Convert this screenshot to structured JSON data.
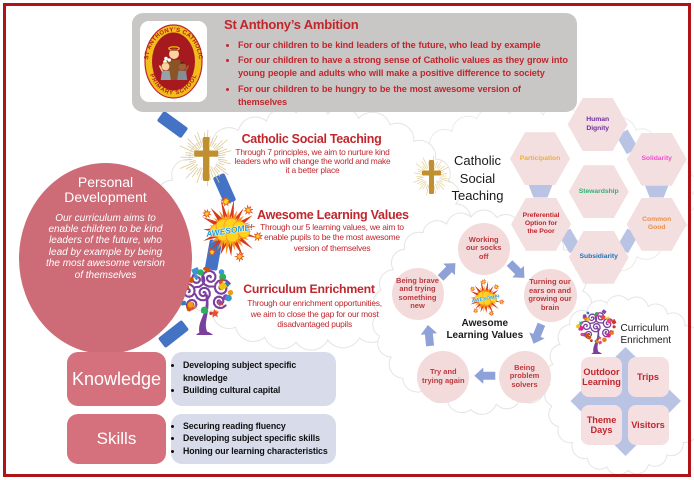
{
  "header": {
    "title": "St Anthony’s Ambition",
    "bullets": [
      "For our children to be kind leaders of the future, who lead by example",
      "For our children to have a strong sense of Catholic values as they grow into young people and adults who will make a positive difference to society",
      "For our children to be hungry to be the most awesome version of themselves"
    ],
    "logo": {
      "arc_top": "ST ANTHONY’S CATHOLIC",
      "arc_bottom": "PRIMARY SCHOOL"
    }
  },
  "personal_development": {
    "title": "Personal Development",
    "body": "Our curriculum aims to enable children to be kind leaders of the future, who lead by example by being the most awesome version of themselves"
  },
  "sections": [
    {
      "title": "Catholic Social Teaching",
      "body": "Through 7 principles, we aim to nurture kind leaders who will change the world and make it a better place"
    },
    {
      "title": "Awesome Learning Values",
      "body": "Through our 5 learning values, we aim to enable pupils to be the most awesome version of themselves"
    },
    {
      "title": "Curriculum Enrichment",
      "body": "Through our enrichment opportunities, we aim to close the gap for our most disadvantaged pupils"
    }
  ],
  "catholic_social_teaching": {
    "label": "Catholic Social Teaching",
    "principles": [
      {
        "label": "Human Dignity",
        "color": "#7030a0"
      },
      {
        "label": "Participation",
        "color": "#efaf3f"
      },
      {
        "label": "Solidarity",
        "color": "#f24fd2"
      },
      {
        "label": "Stewardship",
        "color": "#2eb573"
      },
      {
        "label": "Preferential Option for the Poor",
        "color": "#c0272d"
      },
      {
        "label": "Common Good",
        "color": "#e8914e"
      },
      {
        "label": "Subsidiarity",
        "color": "#1b75bb"
      }
    ]
  },
  "awesome_learning_values": {
    "label": "Awesome Learning Values",
    "badge_text": "AWESOME!",
    "values": [
      "Working our socks off",
      "Being brave and trying something new",
      "Turning our ears on and growing our brain",
      "Being problem solvers",
      "Try and trying again"
    ]
  },
  "curriculum_enrichment": {
    "label": "Curriculum Enrichment",
    "items": [
      "Outdoor Learning",
      "Trips",
      "Theme Days",
      "Visitors"
    ]
  },
  "knowledge_skills": {
    "rows": [
      {
        "label": "Knowledge",
        "bullets": [
          "Developing subject specific knowledge",
          "Building cultural capital"
        ]
      },
      {
        "label": "Skills",
        "bullets": [
          "Securing reading fluency",
          "Developing subject specific skills",
          "Honing our learning characteristics"
        ]
      }
    ]
  },
  "colors": {
    "border_red": "#b01216",
    "heading_red": "#c0272d",
    "rose": "#cd6b77",
    "hexagon_pink": "#f3dee0",
    "circle_pink": "#f2dbda",
    "lavender_box": "#d7dbea",
    "arrow_blue": "#8ea2d8",
    "dash_blue": "#4472c4"
  }
}
